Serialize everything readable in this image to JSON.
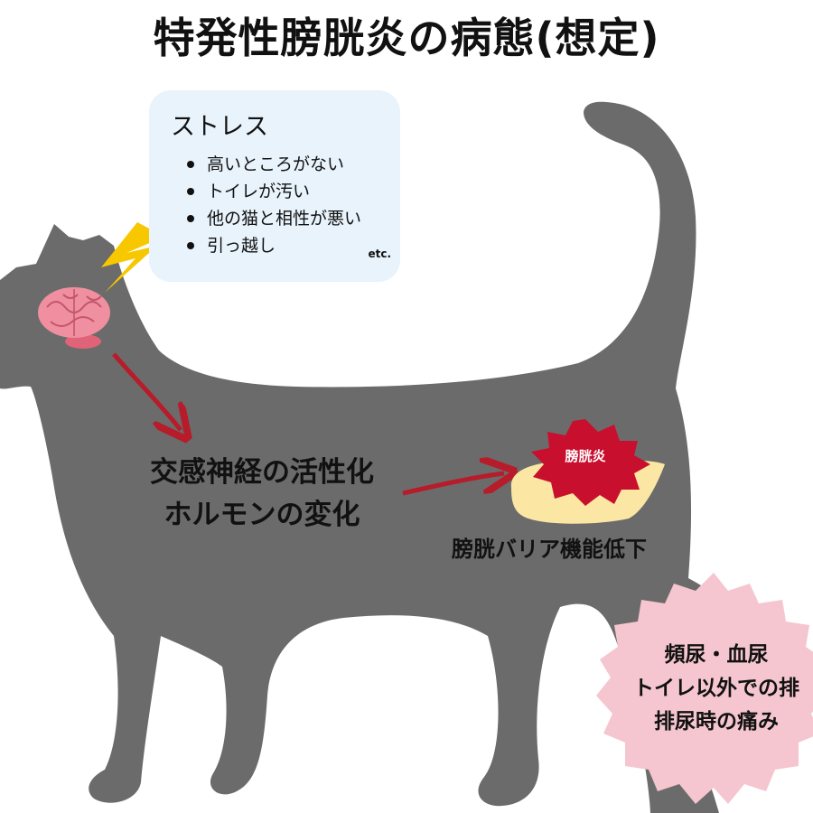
{
  "title": "特発性膀胱炎の病態(想定)",
  "stress": {
    "heading": "ストレス",
    "items": [
      "高いところがない",
      "トイレが汚い",
      "他の猫と相性が悪い",
      "引っ越し"
    ],
    "etc": "etc."
  },
  "mechanism": [
    "交感神経の活性化",
    "ホルモンの変化"
  ],
  "cystitis_label": "膀胱炎",
  "barrier_label": "膀胱バリア機能低下",
  "symptoms": [
    "頻尿・血尿",
    "トイレ以外での排",
    "排尿時の痛み"
  ],
  "colors": {
    "cat": "#6b6b6b",
    "stress_bg": "#e8f3fb",
    "lightning": "#f7c700",
    "arrow": "#b71c2a",
    "burst": "#c8102e",
    "bladder": "#fbe7a3",
    "symptom_bg": "#f5c6cf",
    "brain": "#ef8f9f"
  }
}
